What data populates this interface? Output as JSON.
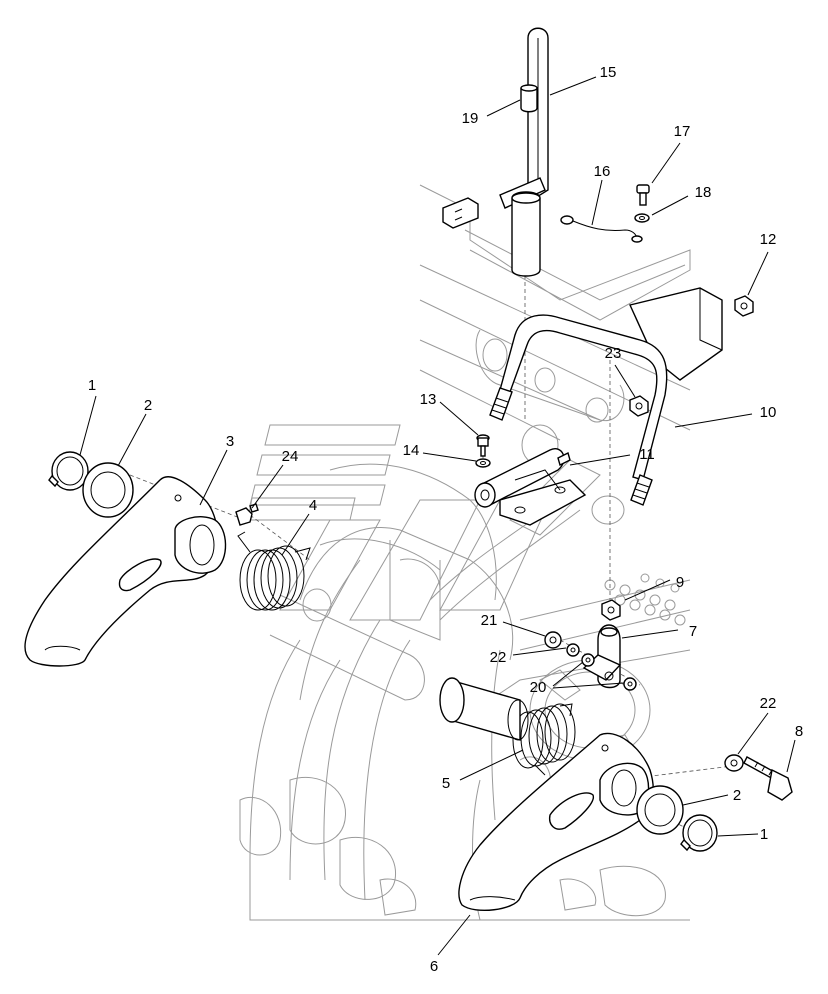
{
  "callouts": [
    {
      "label": "1"
    },
    {
      "label": "2"
    },
    {
      "label": "3"
    },
    {
      "label": "24"
    },
    {
      "label": "4"
    },
    {
      "label": "15"
    },
    {
      "label": "19"
    },
    {
      "label": "17"
    },
    {
      "label": "16"
    },
    {
      "label": "18"
    },
    {
      "label": "12"
    },
    {
      "label": "23"
    },
    {
      "label": "10"
    },
    {
      "label": "13"
    },
    {
      "label": "14"
    },
    {
      "label": "11"
    },
    {
      "label": "9"
    },
    {
      "label": "21"
    },
    {
      "label": "7"
    },
    {
      "label": "22"
    },
    {
      "label": "20"
    },
    {
      "label": "5"
    },
    {
      "label": "22"
    },
    {
      "label": "8"
    },
    {
      "label": "2"
    },
    {
      "label": "1"
    },
    {
      "label": "6"
    }
  ]
}
